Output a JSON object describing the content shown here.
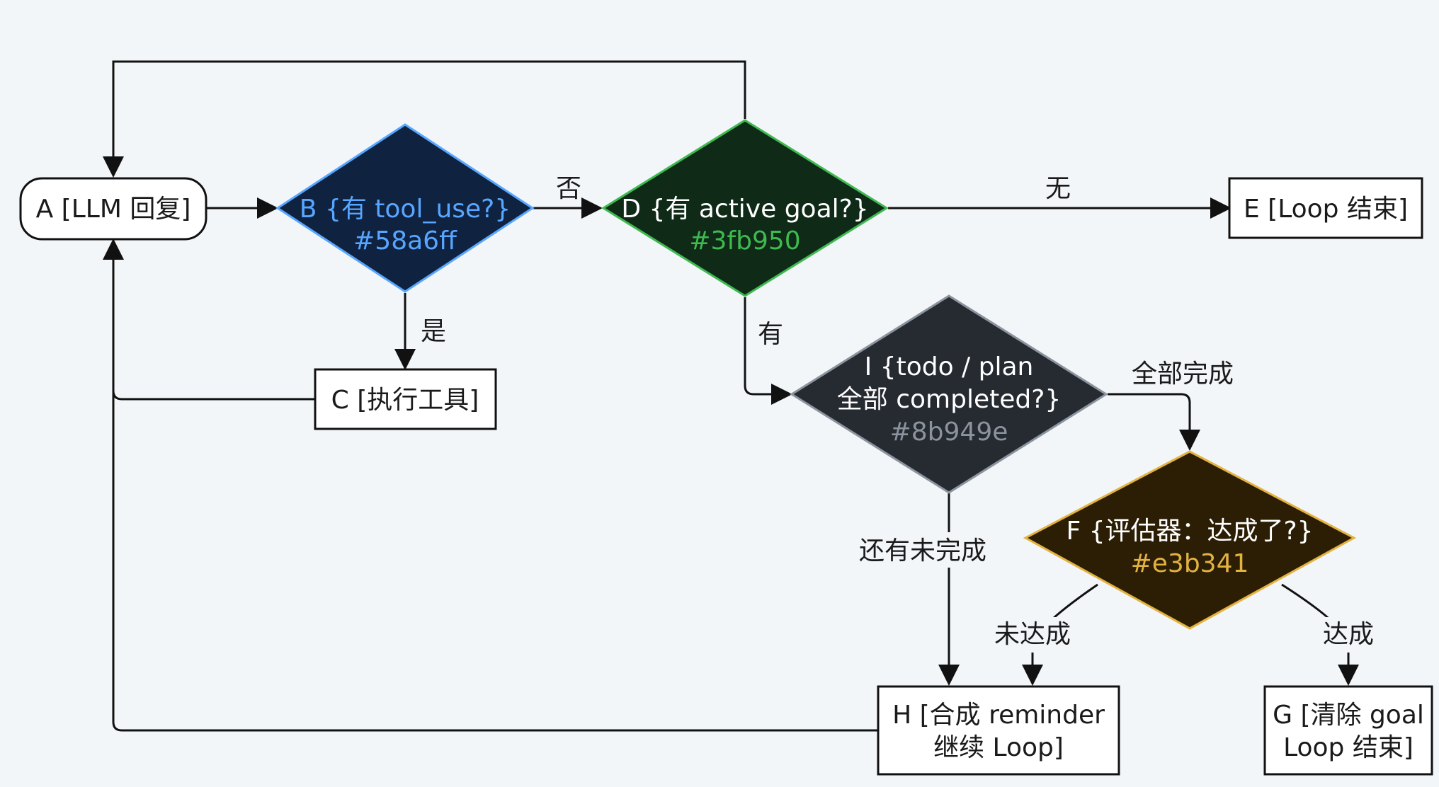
{
  "colors": {
    "background": "#f3f6f9",
    "B": {
      "fill": "#0f2341",
      "stroke": "#58a6ff",
      "text": "#58a6ff"
    },
    "D": {
      "fill": "#0f2a17",
      "stroke": "#3fb950",
      "text": "#3fb950"
    },
    "I": {
      "fill": "#262a31",
      "stroke": "#8b949e",
      "text": "#8b949e"
    },
    "F": {
      "fill": "#2c1e05",
      "stroke": "#e3b341",
      "text": "#e3b341"
    }
  },
  "nodes": {
    "A": {
      "label": "A [LLM 回复]"
    },
    "B": {
      "line1": "B {有 tool_use?}",
      "line2": "#58a6ff"
    },
    "C": {
      "label": "C [执行工具]"
    },
    "D": {
      "line1": "D {有 active goal?}",
      "line2": "#3fb950"
    },
    "E": {
      "label": "E [Loop 结束]"
    },
    "I": {
      "line1": "I {todo / plan",
      "line2": "全部 completed?}",
      "line3": "#8b949e"
    },
    "F": {
      "line1": "F {评估器：达成了?}",
      "line2": "#e3b341"
    },
    "H": {
      "line1": "H [合成 reminder",
      "line2": "继续 Loop]"
    },
    "G": {
      "line1": "G [清除 goal",
      "line2": "Loop 结束]"
    }
  },
  "edges": {
    "B_no": "否",
    "B_yes": "是",
    "D_none": "无",
    "D_has": "有",
    "I_all_done": "全部完成",
    "I_not_done": "还有未完成",
    "F_not_reached": "未达成",
    "F_reached": "达成"
  }
}
